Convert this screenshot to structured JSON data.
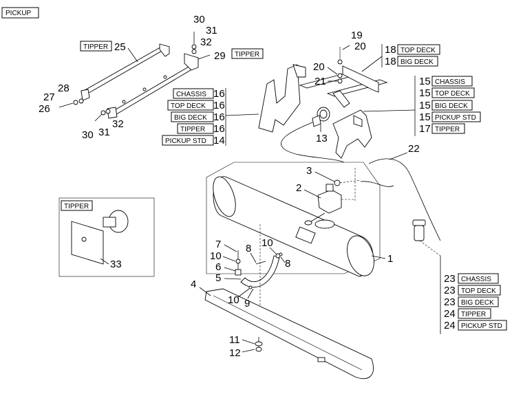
{
  "header": {
    "variant_label": "PICKUP"
  },
  "labels": {
    "tipper": "TIPPER",
    "chassis": "CHASSIS",
    "top_deck": "TOP DECK",
    "big_deck": "BIG DECK",
    "pickup_std": "PICKUP STD"
  },
  "callouts": {
    "n1": "1",
    "n2": "2",
    "n3": "3",
    "n4": "4",
    "n5": "5",
    "n6": "6",
    "n7": "7",
    "n8a": "8",
    "n8b": "8",
    "n9": "9",
    "n10a": "10",
    "n10b": "10",
    "n10c": "10",
    "n11": "11",
    "n12": "12",
    "n13": "13",
    "n19": "19",
    "n20a": "20",
    "n20b": "20",
    "n21": "21",
    "n22": "22",
    "n25": "25",
    "n26": "26",
    "n27": "27",
    "n28": "28",
    "n29": "29",
    "n30a": "30",
    "n30b": "30",
    "n31a": "31",
    "n31b": "31",
    "n32a": "32",
    "n32b": "32",
    "n33": "33"
  },
  "variant_table_left": [
    {
      "tag": "CHASSIS",
      "num": "16"
    },
    {
      "tag": "TOP DECK",
      "num": "16"
    },
    {
      "tag": "BIG DECK",
      "num": "16"
    },
    {
      "tag": "TIPPER",
      "num": "16"
    },
    {
      "tag": "PICKUP STD",
      "num": "14"
    }
  ],
  "variant_table_top": [
    {
      "num": "18",
      "tag": "TOP DECK"
    },
    {
      "num": "18",
      "tag": "BIG DECK"
    }
  ],
  "variant_table_right": [
    {
      "num": "15",
      "tag": "CHASSIS"
    },
    {
      "num": "15",
      "tag": "TOP DECK"
    },
    {
      "num": "15",
      "tag": "BIG DECK"
    },
    {
      "num": "15",
      "tag": "PICKUP STD"
    },
    {
      "num": "17",
      "tag": "TIPPER"
    }
  ],
  "variant_table_bottom": [
    {
      "num": "23",
      "tag": "CHASSIS"
    },
    {
      "num": "23",
      "tag": "TOP DECK"
    },
    {
      "num": "23",
      "tag": "BIG DECK"
    },
    {
      "num": "24",
      "tag": "TIPPER"
    },
    {
      "num": "24",
      "tag": "PICKUP STD"
    }
  ]
}
